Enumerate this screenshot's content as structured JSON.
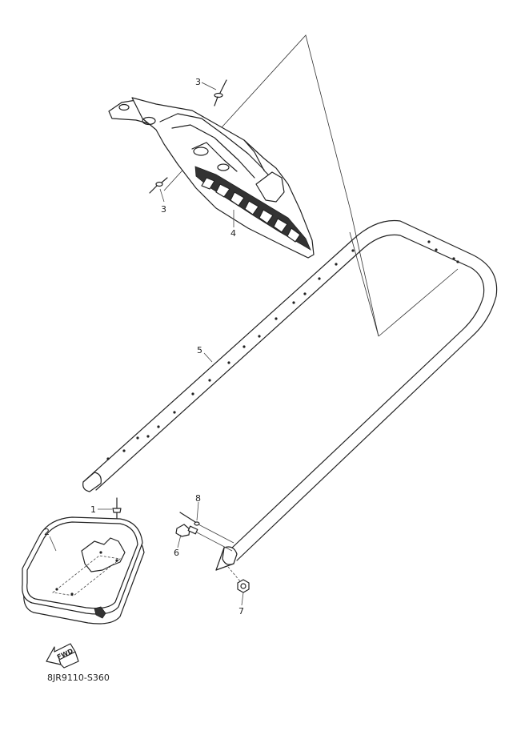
{
  "callouts": {
    "c1": "1",
    "c2": "2",
    "c3a": "3",
    "c3b": "3",
    "c4": "4",
    "c5": "5",
    "c6": "6",
    "c7": "7",
    "c8": "8"
  },
  "fwd_label": "FWD",
  "diagram_code": "8JR9110-S360"
}
